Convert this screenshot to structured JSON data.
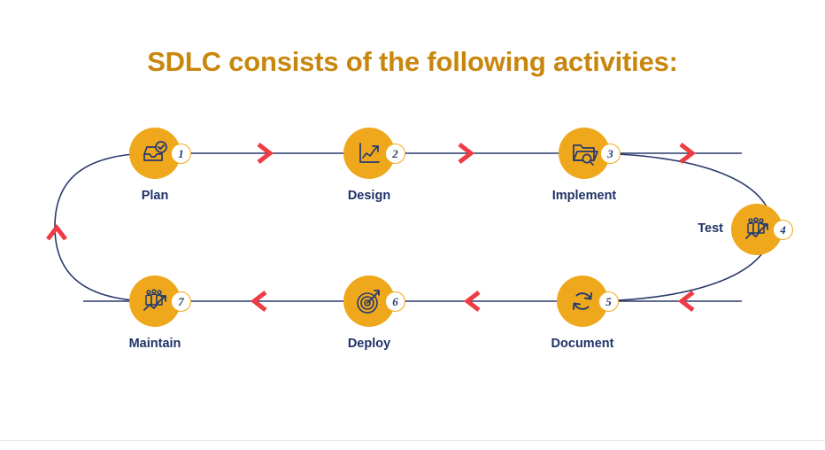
{
  "slide": {
    "title": "SDLC consists of the following activities:",
    "background_color": "#FFFFFF",
    "title_color": "#C8860D"
  },
  "theme": {
    "node_fill": "#EFA81C",
    "icon_color": "#243A72",
    "label_color": "#1F3368",
    "connector_color": "#2A3A6B",
    "arrow_color": "#EE3B44",
    "badge_fill": "#FFFFFF",
    "badge_border": "#EFA81C",
    "badge_text_color": "#243A72",
    "divider_color": "#E2E2E2"
  },
  "diagram": {
    "type": "cycle-loop",
    "direction": "clockwise",
    "nodes": [
      {
        "number": "1",
        "label": "Plan",
        "icon": "inbox-check-icon",
        "label_position": "below"
      },
      {
        "number": "2",
        "label": "Design",
        "icon": "line-chart-icon",
        "label_position": "below"
      },
      {
        "number": "3",
        "label": "Implement",
        "icon": "folder-search-icon",
        "label_position": "below"
      },
      {
        "number": "4",
        "label": "Test",
        "icon": "people-growth-icon",
        "label_position": "left"
      },
      {
        "number": "5",
        "label": "Document",
        "icon": "refresh-cycle-icon",
        "label_position": "below"
      },
      {
        "number": "6",
        "label": "Deploy",
        "icon": "target-arrow-icon",
        "label_position": "below"
      },
      {
        "number": "7",
        "label": "Maintain",
        "icon": "people-growth-icon",
        "label_position": "below"
      }
    ],
    "arrows": [
      {
        "name": "plan-to-design",
        "direction": "right"
      },
      {
        "name": "design-to-implement",
        "direction": "right"
      },
      {
        "name": "implement-to-test",
        "direction": "right"
      },
      {
        "name": "test-to-document",
        "direction": "left"
      },
      {
        "name": "document-to-deploy",
        "direction": "left"
      },
      {
        "name": "deploy-to-maintain",
        "direction": "left"
      },
      {
        "name": "maintain-to-plan",
        "direction": "up"
      }
    ]
  }
}
